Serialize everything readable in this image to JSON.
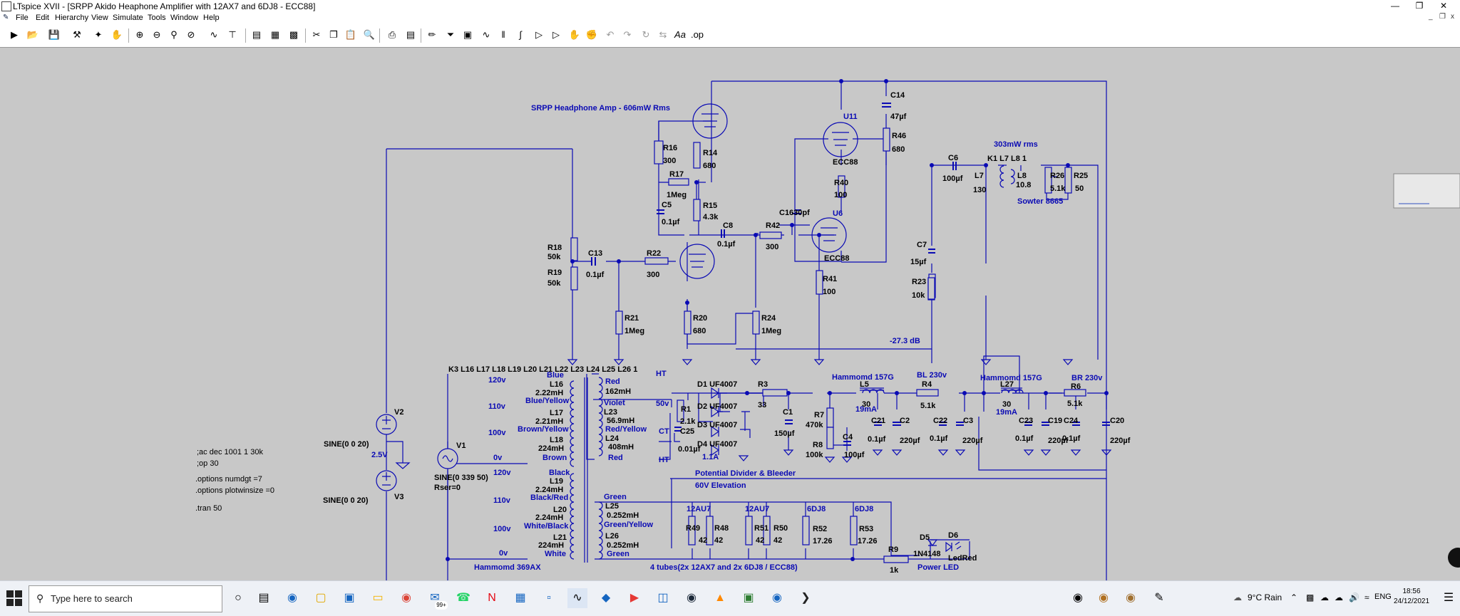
{
  "window": {
    "title": "LTspice XVII - [SRPP Akido Heaphone Amplifier with 12AX7 and 6DJ8 - ECC88]",
    "minimize": "—",
    "restore": "❐",
    "close": "✕",
    "mdi_min": "_",
    "mdi_restore": "❐",
    "mdi_close": "x"
  },
  "menu": {
    "file": "File",
    "edit": "Edit",
    "hierarchy": "Hierarchy",
    "view": "View",
    "simulate": "Simulate",
    "tools": "Tools",
    "window": "Window",
    "help": "Help"
  },
  "toolbar_icons": [
    "run-icon",
    "open-icon",
    "save-icon",
    "control-panel-icon",
    "wand-icon",
    "pan-icon",
    "zoom-in-icon",
    "zoom-out-icon",
    "zoom-fit-icon",
    "cancel-zoom-icon",
    "waveform-icon",
    "autorange-icon",
    "tile-icon",
    "cascade-icon",
    "close-windows-icon",
    "cut-icon",
    "copy-icon",
    "paste-icon",
    "find-icon",
    "print-icon",
    "print-setup-icon",
    "wire-icon",
    "ground-icon",
    "label-icon",
    "resistor-icon",
    "capacitor-icon",
    "inductor-icon",
    "diode-icon",
    "component-icon",
    "move-icon",
    "drag-icon",
    "undo-icon",
    "redo-icon",
    "rotate-icon",
    "mirror-icon",
    "text-icon",
    "spice-directive-icon"
  ],
  "schematic": {
    "labels": {
      "title": "SRPP Headphone Amp - 606mW Rms",
      "u11": "U11",
      "ecc88_top": "ECC88",
      "u6": "U6",
      "ecc88_bot": "ECC88",
      "c14": "C14",
      "c14v": "47µf",
      "r46": "R46",
      "r46v": "680",
      "r40": "R40",
      "r40v": "100",
      "c16": "C1630pf",
      "r41": "R41",
      "r41v": "100",
      "r16": "R16",
      "r16v": "300",
      "r14": "R14",
      "r14v": "680",
      "r17": "R17",
      "r17v": "1Meg",
      "r15": "R15",
      "r15v": "4.3k",
      "c5": "C5",
      "c5v": "0.1µf",
      "c8": "C8",
      "c8v": "0.1µf",
      "r42": "R42",
      "r42v": "300",
      "r18": "R18",
      "r18v": "50k",
      "r19": "R19",
      "r19v": "50k",
      "c13": "C13",
      "c13v": "0.1µf",
      "r22": "R22",
      "r22v": "300",
      "r21": "R21",
      "r21v": "1Meg",
      "r20": "R20",
      "r20v": "680",
      "r24": "R24",
      "r24v": "1Meg",
      "rms303": "303mW rms",
      "c6": "C6",
      "c6v": "100µf",
      "k1": "K1 L7 L8 1",
      "l7": "L7",
      "l7v": "130",
      "l8": "L8",
      "l8v": "10.8",
      "r26": "R26",
      "r26v": "5.1k",
      "r25": "R25",
      "r25v": "50",
      "sowter": "Sowter 8665",
      "c7": "C7",
      "c7v": "15µf",
      "r23": "R23",
      "r23v": "10k",
      "db": "-27.3 dB",
      "k3": "K3 L16 L17 L18 L19 L20 L21 L22 L23 L24 L25 L26 1",
      "blue": "Blue",
      "v120": "120v",
      "l16": "L16",
      "l16v": "2.22mH",
      "blueyellow": "Blue/Yellow",
      "v110": "110v",
      "l17": "L17",
      "l17v": "2.21mH",
      "brownyellow": "Brown/Yellow",
      "v100": "100v",
      "l18": "L18",
      "l18v": "224mH",
      "brown": "Brown",
      "v0": "0v",
      "black": "Black",
      "v120b": "120v",
      "l19": "L19",
      "l19v": "2.24mH",
      "blackred": "Black/Red",
      "v110b": "110v",
      "l20": "L20",
      "l20v": "2.24mH",
      "whiteblack": "White/Black",
      "v100b": "100v",
      "l21": "L21",
      "l21v": "224mH",
      "v0b": "0v",
      "white": "White",
      "hammond369": "Hammomd 369AX",
      "red": "Red",
      "l22v": "162mH",
      "violet": "Violet",
      "l23": "L23",
      "l23v": "56.9mH",
      "redyellow": "Red/Yellow",
      "l24": "L24",
      "l24v": "408mH",
      "red2": "Red",
      "ht1": "HT",
      "v50": "50v",
      "ct": "CT",
      "ht2": "HT",
      "green": "Green",
      "l25": "L25",
      "l25v": "0.252mH",
      "greenyellow": "Green/Yellow",
      "l26": "L26",
      "l26v": "0.252mH",
      "green2": "Green",
      "d1": "D1 UF4007",
      "d2": "D2 UF4007",
      "d3": "D3 UF4007",
      "d4": "D4 UF4007",
      "r1": "R1",
      "r1v": "2.1k",
      "c25": "C25",
      "c25v": "0.01µf",
      "amp11": "1.1A",
      "r3": "R3",
      "r3v": "33",
      "c1": "C1",
      "c1v": "150µf",
      "r7": "R7",
      "r7v": "470k",
      "r8": "R8",
      "r8v": "100k",
      "c4": "C4",
      "c4v": "100µf",
      "hammond157": "Hammomd 157G",
      "l5": "L5",
      "l5v": "30",
      "ma19": "19mA",
      "bl230": "BL 230v",
      "r4": "R4",
      "r4v": "5.1k",
      "c21": "C21",
      "c21v": "0.1µf",
      "c2": "C2",
      "c2v": "220µf",
      "c22": "C22",
      "c22v": "0.1µf",
      "c3": "C3",
      "c3v": "220µf",
      "hammond157b": "Hammomd 157G",
      "l27": "L27",
      "l27v": "30",
      "ma19b": "19mA",
      "br230": "BR 230v",
      "r6": "R6",
      "r6v": "5.1k",
      "c23": "C23",
      "c23v": "0.1µf",
      "c19": "C19",
      "c19v": "220µf",
      "c24": "C24",
      "c24v": "0.1µf",
      "c20": "C20",
      "c20v": "220µf",
      "potdiv": "Potential Divider & Bleeder",
      "elev": "60V Elevation",
      "t12au7a": "12AU7",
      "r49": "R49",
      "r49v": "42",
      "r48": "R48",
      "r48v": "42",
      "t12au7b": "12AU7",
      "r51": "R51",
      "r51v": "42",
      "r50": "R50",
      "r50v": "42",
      "t6dj8a": "6DJ8",
      "r52": "R52",
      "r52v": "17.26",
      "t6dj8b": "6DJ8",
      "r53": "R53",
      "r53v": "17.26",
      "d5": "D5",
      "d6": "D6",
      "led": "LedRed",
      "n4148": "1N4148",
      "r9": "R9",
      "r9v": "1k",
      "powerled": "Power LED",
      "tubes": "4 tubes(2x 12AX7 and 2x 6DJ8 / ECC88)",
      "v2": "V2",
      "sine2": "SINE(0 0 20)",
      "v25": "2.5V",
      "v3": "V3",
      "sine3": "SINE(0 0 20)",
      "v1": "V1",
      "sine1": "SINE(0 339 50)",
      "rser": "Rser=0",
      "d_ac": ";ac dec 1001 1 30k",
      "d_op": ";op 30",
      "d_numdgt": ".options numdgt =7",
      "d_plotwin": ".options plotwinsize =0",
      "d_tran": ".tran 50"
    }
  },
  "taskbar": {
    "search_placeholder": "Type here to search",
    "weather": "9°C  Rain",
    "lang": "ENG",
    "time": "18:56",
    "date": "24/12/2021",
    "badge": "99+"
  }
}
